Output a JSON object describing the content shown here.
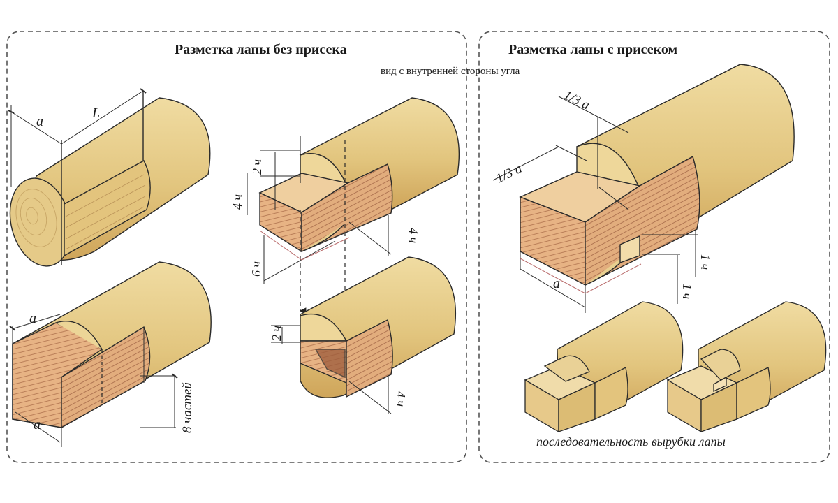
{
  "panels": {
    "left": {
      "title": "Разметка лапы без присека"
    },
    "right": {
      "title": "Разметка лапы с присеком",
      "caption": "последовательность вырубки лапы"
    }
  },
  "view_note": "вид с внутренней стороны угла",
  "labels": {
    "a": "a",
    "L": "L",
    "eight_parts": "8 частей",
    "two_ch": "2 ч",
    "four_ch": "4 ч",
    "six_ch": "6 ч",
    "one_ch": "1 ч",
    "third_a": "1/3 a"
  },
  "colors": {
    "wood_light": "#e9cf8d",
    "wood_mid": "#dcb96c",
    "wood_shadow": "#c99e4f",
    "cut_face": "#e2a77a",
    "cut_line": "#b77f5a",
    "outline": "#2a2a2a"
  }
}
